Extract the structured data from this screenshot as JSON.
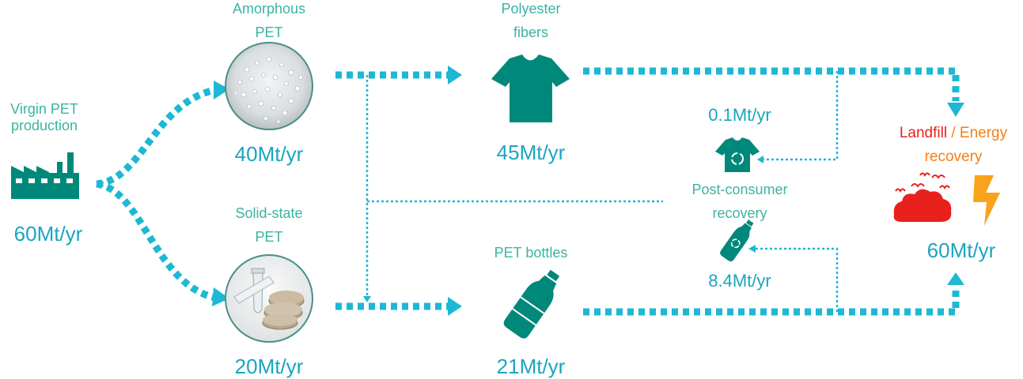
{
  "nodes": {
    "virgin": {
      "label": "Virgin PET production",
      "value": "60Mt/yr",
      "icon": "factory-icon"
    },
    "amorphous": {
      "label_line1": "Amorphous",
      "label_line2": "PET",
      "value": "40Mt/yr",
      "icon": "pet-pellets-photo"
    },
    "solid_state": {
      "label_line1": "Solid-state",
      "label_line2": "PET",
      "value": "20Mt/yr",
      "icon": "pet-preforms-photo"
    },
    "fibers": {
      "label_line1": "Polyester",
      "label_line2": "fibers",
      "value": "45Mt/yr",
      "icon": "tshirt-icon"
    },
    "bottles": {
      "label": "PET bottles",
      "value": "21Mt/yr",
      "icon": "bottle-icon"
    },
    "post_consumer": {
      "label_line1": "Post-consumer",
      "label_line2": "recovery",
      "fiber_value": "0.1Mt/yr",
      "bottle_value": "8.4Mt/yr",
      "icons": [
        "recycled-tshirt-icon",
        "recycled-bottle-icon"
      ]
    },
    "end_of_life": {
      "landfill": "Landfill",
      "separator": "/",
      "energy": "Energy",
      "recovery": "recovery",
      "value": "60Mt/yr",
      "icons": [
        "landfill-icon",
        "lightning-icon"
      ]
    }
  },
  "colors": {
    "flow": "#1cb8d4",
    "icon": "#00897b",
    "label": "#3bb3a3",
    "value": "#1aa5c0",
    "landfill": "#e8211c",
    "energy": "#f57f17"
  }
}
